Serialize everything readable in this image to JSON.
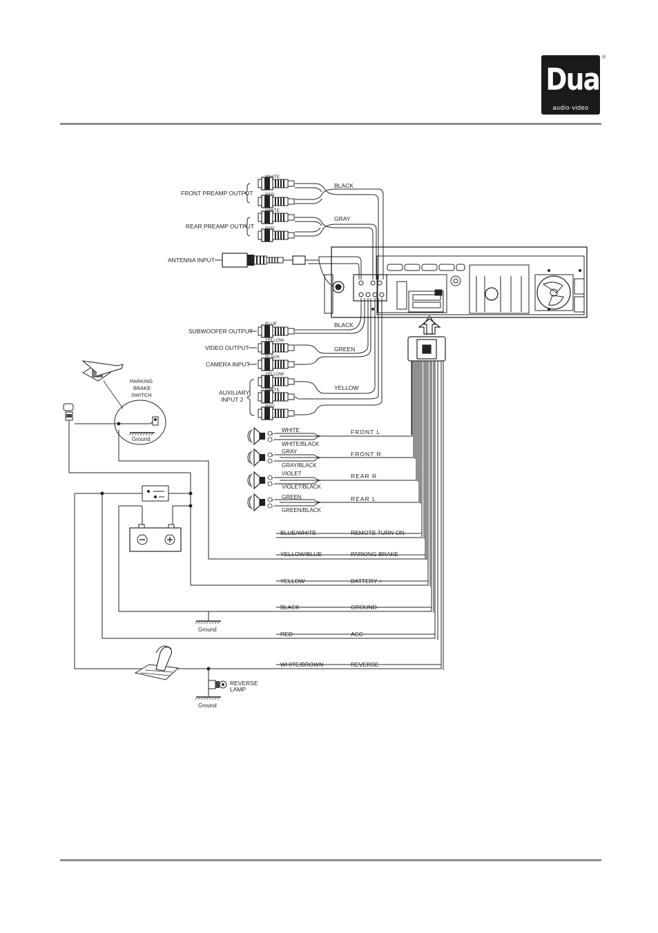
{
  "brand": {
    "word": "Dual",
    "sub": "audio·video",
    "mark": "®"
  },
  "preamp": {
    "front_label": "FRONT PREAMP OUTPUT",
    "rear_label": "REAR PREAMP OUTPUT",
    "front_white": "WHITE",
    "front_red": "RED",
    "rear_white": "WHITE",
    "rear_red": "RED",
    "front_cable": "BLACK",
    "rear_cable": "GRAY"
  },
  "antenna_label": "ANTENNA INPUT",
  "av": {
    "sub_label": "SUBWOOFER OUTPUT",
    "sub_plug": "BLUE",
    "sub_cable": "BLACK",
    "video_label": "VIDEO OUTPUT",
    "video_plug": "YELLOW",
    "video_cable": "GREEN",
    "camera_label": "CAMERA INPUT",
    "camera_plug": "BLACK",
    "aux_label_1": "AUXILIARY",
    "aux_label_2": "INPUT 2",
    "aux_plug_1": "YELLOW",
    "aux_plug_2": "WHITE",
    "aux_plug_3": "RED",
    "aux_cable": "YELLOW"
  },
  "parking_switch": {
    "line1": "PARKING",
    "line2": "BRAKE",
    "line3": "SWITCH"
  },
  "ground_label": "Ground",
  "reverse_lamp": {
    "line1": "REVERSE",
    "line2": "LAMP"
  },
  "speakers": [
    {
      "pos": "WHITE",
      "neg": "WHITE/BLACK",
      "label": "FRONT  L"
    },
    {
      "pos": "GRAY",
      "neg": "GRAY/BLACK",
      "label": "FRONT  R"
    },
    {
      "pos": "VIOLET",
      "neg": "VIOLET/BLACK",
      "label": "REAR  R"
    },
    {
      "pos": "GREEN",
      "neg": "GREEN/BLACK",
      "label": "REAR  L"
    }
  ],
  "wires": [
    {
      "color": "BLUE/WHITE",
      "function": "REMOTE TURN-ON"
    },
    {
      "color": "YELLOW/BLUE",
      "function": "PARKING BRAKE"
    },
    {
      "color": "YELLOW",
      "function": "BATTERY +"
    },
    {
      "color": "BLACK",
      "function": "GROUND"
    },
    {
      "color": "RED",
      "function": "ACC"
    },
    {
      "color": "WHITE/BROWN",
      "function": "REVERSE"
    }
  ]
}
